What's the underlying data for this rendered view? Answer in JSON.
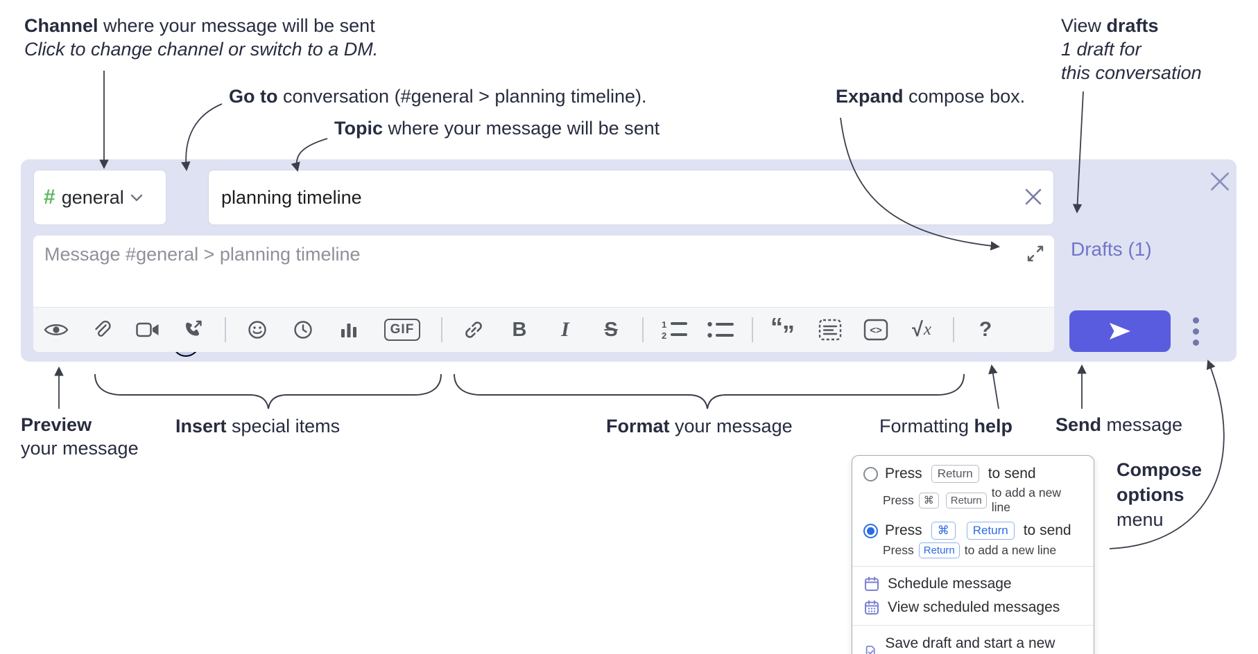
{
  "annotations": {
    "channel": {
      "bold": "Channel",
      "rest": " where your message will be sent",
      "line2": "Click to change channel or switch to a DM."
    },
    "goto": {
      "bold": "Go to",
      "rest": " conversation (#general > planning timeline)."
    },
    "topic": {
      "bold": "Topic",
      "rest": " where your message will be sent"
    },
    "expand": {
      "bold": "Expand",
      "rest": " compose box."
    },
    "view_drafts": {
      "line1_regular": "View ",
      "line1_bold": "drafts",
      "line2": "1 draft for",
      "line3": "this conversation"
    },
    "preview": {
      "bold": "Preview",
      "line2": "your message"
    },
    "insert": {
      "bold": "Insert",
      "rest": " special items"
    },
    "format": {
      "bold": "Format",
      "rest": " your message"
    },
    "formatting_help": {
      "regular": "Formatting ",
      "bold": "help"
    },
    "send": {
      "bold": "Send",
      "rest": " message"
    },
    "compose_options": {
      "line1": "Compose",
      "line2": "options",
      "line3": "menu"
    }
  },
  "compose": {
    "channel_selector": {
      "hash": "#",
      "label": "general"
    },
    "topic_input": {
      "value": "planning timeline"
    },
    "message_input": {
      "placeholder": "Message #general > planning timeline"
    },
    "drafts_link": "Drafts (1)",
    "toolbar": {
      "icons": [
        "eye-preview",
        "paperclip-attach",
        "video-call",
        "voice-call",
        "emoji-smiley",
        "clock-time",
        "poll-bar-chart",
        "gif",
        "link",
        "bold",
        "italic",
        "strikethrough",
        "numbered-list",
        "bulleted-list",
        "quote",
        "spoiler",
        "code",
        "math",
        "help"
      ],
      "labels": {
        "gif": "GIF",
        "bold": "B",
        "italic": "I",
        "strike": "S",
        "num1": "1",
        "num2": "2",
        "quote_open": "“",
        "quote_close": "”",
        "code": "<>",
        "math_root": "√",
        "math_x": "x",
        "help": "?"
      }
    }
  },
  "popup": {
    "options": [
      {
        "press": "Press",
        "keys": [
          "Return"
        ],
        "suffix": "to send",
        "sub_press": "Press",
        "sub_keys": [
          "⌘",
          "Return"
        ],
        "sub_suffix": "to add a new line"
      },
      {
        "press": "Press",
        "keys": [
          "⌘",
          "Return"
        ],
        "suffix": "to send",
        "sub_press": "Press",
        "sub_keys": [
          "Return"
        ],
        "sub_suffix": "to add a new line"
      }
    ],
    "items": [
      {
        "label": "Schedule message"
      },
      {
        "label": "View scheduled messages"
      },
      {
        "label": "Save draft and start a new message"
      }
    ]
  },
  "colors": {
    "compose_bg": "#dfe2f2",
    "send_button": "#5a5ce0",
    "drafts_link": "#7175c8",
    "channel_hash_green": "#5fb760",
    "goto_chevron_blue": "#3056d6",
    "popup_accent_blue": "#2b6be3",
    "popup_icon_purple": "#7b7fd1",
    "icon_gray": "#54585f",
    "annotation_text": "#272c3f"
  }
}
